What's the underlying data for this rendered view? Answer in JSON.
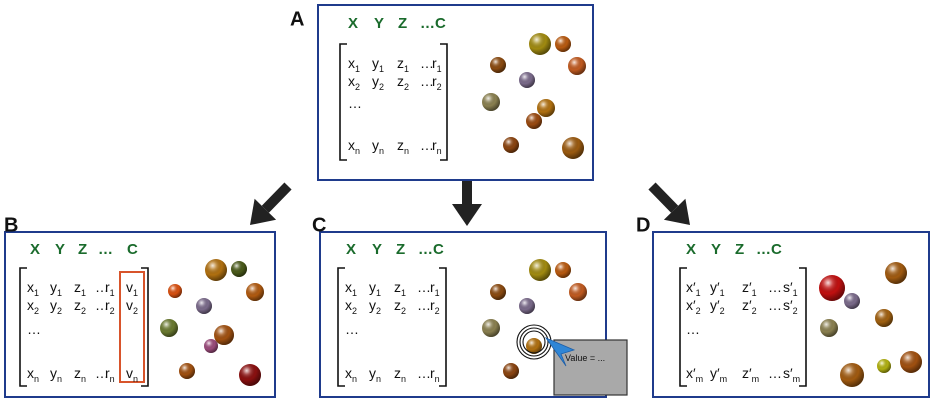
{
  "colors": {
    "panel_border": "#1f3b8c",
    "header_text": "#1a6b2c",
    "highlight_column": "#d8542b",
    "arrow": "#222222",
    "tooltip_fill": "#a9a9a9",
    "tooltip_pointer": "#2f86d6"
  },
  "panels": [
    {
      "id": "A",
      "letter": "A",
      "header": [
        "X",
        "Y",
        "Z",
        "…C"
      ],
      "rows": [
        [
          [
            "x",
            "1"
          ],
          [
            "y",
            "1"
          ],
          [
            "z",
            "1"
          ],
          [
            "…",
            ""
          ],
          [
            "r",
            "1"
          ]
        ],
        [
          [
            "x",
            "2"
          ],
          [
            "y",
            "2"
          ],
          [
            "z",
            "2"
          ],
          [
            "…",
            ""
          ],
          [
            "r",
            "2"
          ]
        ],
        [
          [
            "…",
            ""
          ]
        ],
        [
          [
            "x",
            "n"
          ],
          [
            "y",
            "n"
          ],
          [
            "z",
            "n"
          ],
          [
            "…",
            ""
          ],
          [
            "r",
            "n"
          ]
        ]
      ],
      "balls": [
        {
          "color": "#a08a10"
        },
        {
          "color": "#b85a10"
        },
        {
          "color": "#8a4a10"
        },
        {
          "color": "#c05a20"
        },
        {
          "color": "#7a6a8a"
        },
        {
          "color": "#8a8050"
        },
        {
          "color": "#b07010"
        },
        {
          "color": "#9a4a10"
        },
        {
          "color": "#8a4410"
        },
        {
          "color": "#9a5a10"
        }
      ]
    },
    {
      "id": "B",
      "letter": "B",
      "header": [
        "X",
        "Y",
        "Z",
        "…",
        "C"
      ],
      "rows": [
        [
          [
            "x",
            "1"
          ],
          [
            "y",
            "1"
          ],
          [
            "z",
            "1"
          ],
          [
            "…",
            ""
          ],
          [
            "r",
            "1"
          ],
          [
            "v",
            "1"
          ]
        ],
        [
          [
            "x",
            "2"
          ],
          [
            "y",
            "2"
          ],
          [
            "z",
            "2"
          ],
          [
            "…",
            ""
          ],
          [
            "r",
            "2"
          ],
          [
            "v",
            "2"
          ]
        ],
        [
          [
            "…",
            ""
          ]
        ],
        [
          [
            "x",
            "n"
          ],
          [
            "y",
            "n"
          ],
          [
            "z",
            "n"
          ],
          [
            "…",
            ""
          ],
          [
            "r",
            "n"
          ],
          [
            "v",
            "n"
          ]
        ]
      ],
      "balls": [
        {
          "color": "#b07010"
        },
        {
          "color": "#4a5a1a"
        },
        {
          "color": "#d85010"
        },
        {
          "color": "#b05a10"
        },
        {
          "color": "#7a6a8a"
        },
        {
          "color": "#6a7a30"
        },
        {
          "color": "#a05010"
        },
        {
          "color": "#9a4a7a"
        },
        {
          "color": "#a05010"
        },
        {
          "color": "#8a1010"
        }
      ]
    },
    {
      "id": "C",
      "letter": "C",
      "header": [
        "X",
        "Y",
        "Z",
        "…C"
      ],
      "rows": [
        [
          [
            "x",
            "1"
          ],
          [
            "y",
            "1"
          ],
          [
            "z",
            "1"
          ],
          [
            "…",
            ""
          ],
          [
            "r",
            "1"
          ]
        ],
        [
          [
            "x",
            "2"
          ],
          [
            "y",
            "2"
          ],
          [
            "z",
            "2"
          ],
          [
            "…",
            ""
          ],
          [
            "r",
            "2"
          ]
        ],
        [
          [
            "…",
            ""
          ]
        ],
        [
          [
            "x",
            "n"
          ],
          [
            "y",
            "n"
          ],
          [
            "z",
            "n"
          ],
          [
            "…",
            ""
          ],
          [
            "r",
            "n"
          ]
        ]
      ],
      "balls": [
        {
          "color": "#a08a10"
        },
        {
          "color": "#b85a10"
        },
        {
          "color": "#8a4a10"
        },
        {
          "color": "#c05a20"
        },
        {
          "color": "#7a6a8a"
        },
        {
          "color": "#8a8050"
        },
        {
          "color": "#b07010"
        },
        {
          "color": "#8a4410"
        }
      ],
      "tooltip": "Value = ..."
    },
    {
      "id": "D",
      "letter": "D",
      "header": [
        "X",
        "Y",
        "Z",
        "…C"
      ],
      "rows": [
        [
          [
            "x′",
            "1"
          ],
          [
            "y′",
            "1"
          ],
          [
            "z′",
            "1"
          ],
          [
            "…",
            ""
          ],
          [
            "s′",
            "1"
          ]
        ],
        [
          [
            "x′",
            "2"
          ],
          [
            "y′",
            "2"
          ],
          [
            "z′",
            "2"
          ],
          [
            "…",
            ""
          ],
          [
            "s′",
            "2"
          ]
        ],
        [
          [
            "…",
            ""
          ]
        ],
        [
          [
            "x′",
            "m"
          ],
          [
            "y′",
            "m"
          ],
          [
            "z′",
            "m"
          ],
          [
            "…",
            ""
          ],
          [
            "s′",
            "m"
          ]
        ]
      ],
      "balls": [
        {
          "color": "#c01010"
        },
        {
          "color": "#7a6a8a"
        },
        {
          "color": "#a05a10"
        },
        {
          "color": "#8a8050"
        },
        {
          "color": "#a06010"
        },
        {
          "color": "#a05a10"
        },
        {
          "color": "#b0b010"
        },
        {
          "color": "#a05010"
        }
      ]
    }
  ]
}
